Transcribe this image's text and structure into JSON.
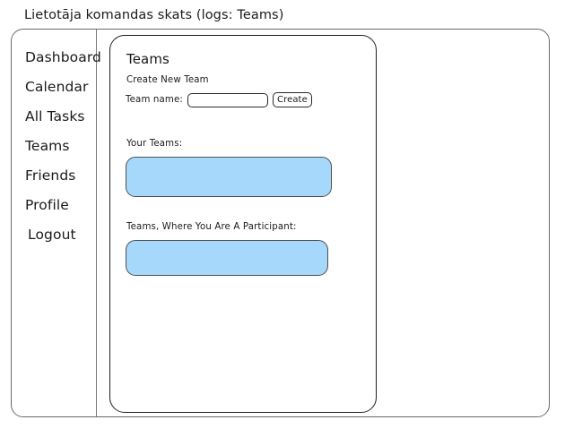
{
  "page": {
    "title": "Lietotāja komandas skats (logs: Teams)"
  },
  "sidebar": {
    "items": [
      {
        "label": "Dashboard",
        "name": "dashboard"
      },
      {
        "label": "Calendar",
        "name": "calendar"
      },
      {
        "label": "All Tasks",
        "name": "all-tasks"
      },
      {
        "label": "Teams",
        "name": "teams"
      },
      {
        "label": "Friends",
        "name": "friends"
      },
      {
        "label": "Profile",
        "name": "profile"
      },
      {
        "label": "Logout",
        "name": "logout"
      }
    ]
  },
  "panel": {
    "heading": "Teams",
    "create": {
      "section_title": "Create New Team",
      "field_label": "Team name:",
      "input_value": "",
      "input_placeholder": "",
      "submit_label": "Create"
    },
    "your_teams": {
      "label": "Your Teams:",
      "items": []
    },
    "participant_teams": {
      "label": "Teams, Where You Are A Participant:",
      "items": []
    }
  },
  "colors": {
    "list_fill": "#a6d8fc",
    "list_border": "#4e4e4e",
    "panel_border": "#1e1e1e",
    "window_border": "#6a6a6a",
    "background": "#ffffff",
    "text": "#1a1a1a"
  }
}
